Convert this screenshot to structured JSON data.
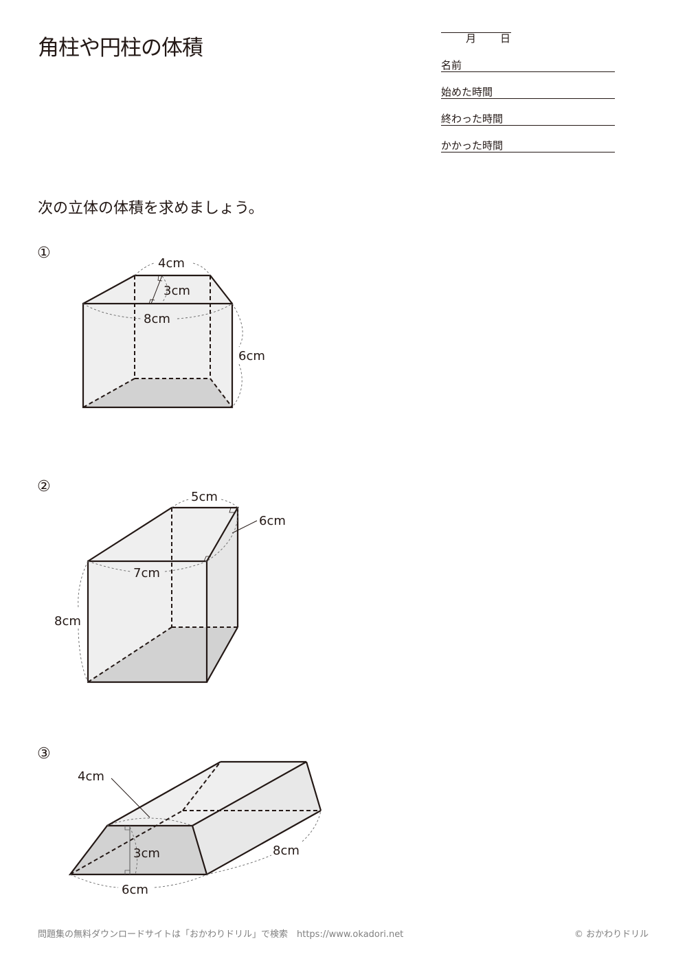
{
  "header": {
    "title": "角柱や円柱の体積",
    "date": {
      "month_label": "月",
      "day_label": "日"
    },
    "fields": [
      {
        "label": "名前"
      },
      {
        "label": "始めた時間"
      },
      {
        "label": "終わった時間"
      },
      {
        "label": "かかった時間"
      }
    ]
  },
  "instruction": "次の立体の体積を求めましょう。",
  "problems": [
    {
      "number": "①",
      "shape": "trapezoidal prism (upright)",
      "labels": {
        "top_base": "4cm",
        "height_trap": "3cm",
        "bottom_base": "8cm",
        "prism_height": "6cm"
      }
    },
    {
      "number": "②",
      "shape": "right-triangle prism",
      "labels": {
        "leg_a": "5cm",
        "leg_b": "6cm",
        "edge": "7cm",
        "prism_height": "8cm"
      }
    },
    {
      "number": "③",
      "shape": "trapezoidal prism (lying)",
      "labels": {
        "top_base": "4cm",
        "height_trap": "3cm",
        "bottom_base": "6cm",
        "length": "8cm"
      }
    }
  ],
  "footer": {
    "left_text": "問題集の無料ダウンロードサイトは「おかわりドリル」で検索　https://www.okadori.net",
    "right_text": "© おかわりドリル"
  },
  "colors": {
    "text": "#231815",
    "face_light": "#efefef",
    "face_shaded": "#d2d2d2",
    "footer_text": "#808080"
  }
}
